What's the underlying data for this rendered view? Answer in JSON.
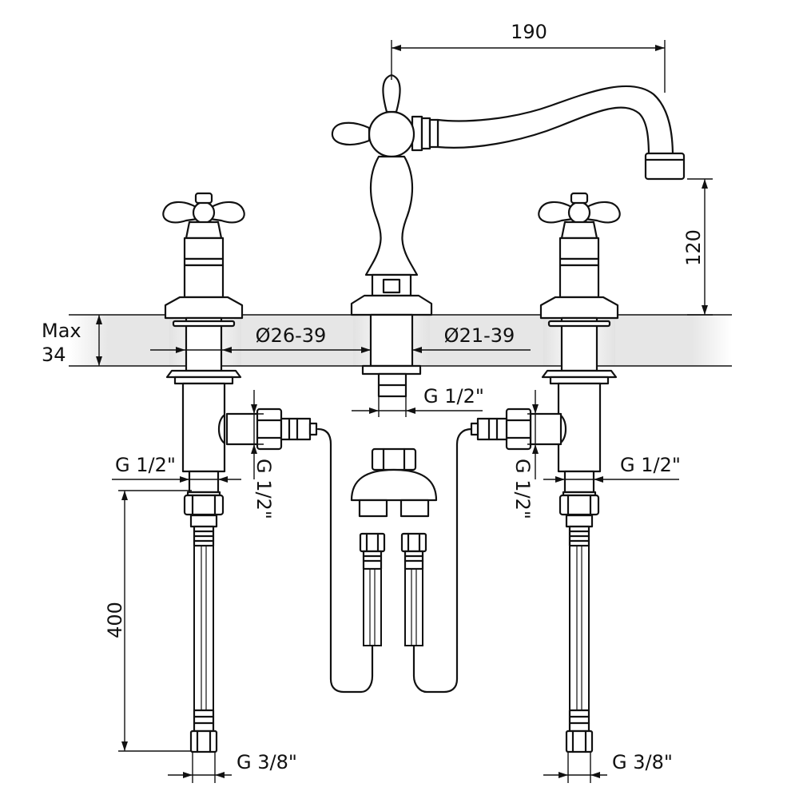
{
  "labels": {
    "spout_reach": "190",
    "spout_height": "120",
    "deck_thickness_line1": "Max",
    "deck_thickness_line2": "34",
    "hole_diameter_left": "Ø26-39",
    "hole_diameter_right": "Ø21-39",
    "center_thread": "G 1/2\"",
    "left_inlet_thread": "G 1/2\"",
    "left_side_thread": "G 1/2\"",
    "right_inlet_thread": "G 1/2\"",
    "right_side_thread": "G 1/2\"",
    "hose_length": "400",
    "left_hose_end_thread": "G 3/8\"",
    "right_hose_end_thread": "G 3/8\""
  }
}
